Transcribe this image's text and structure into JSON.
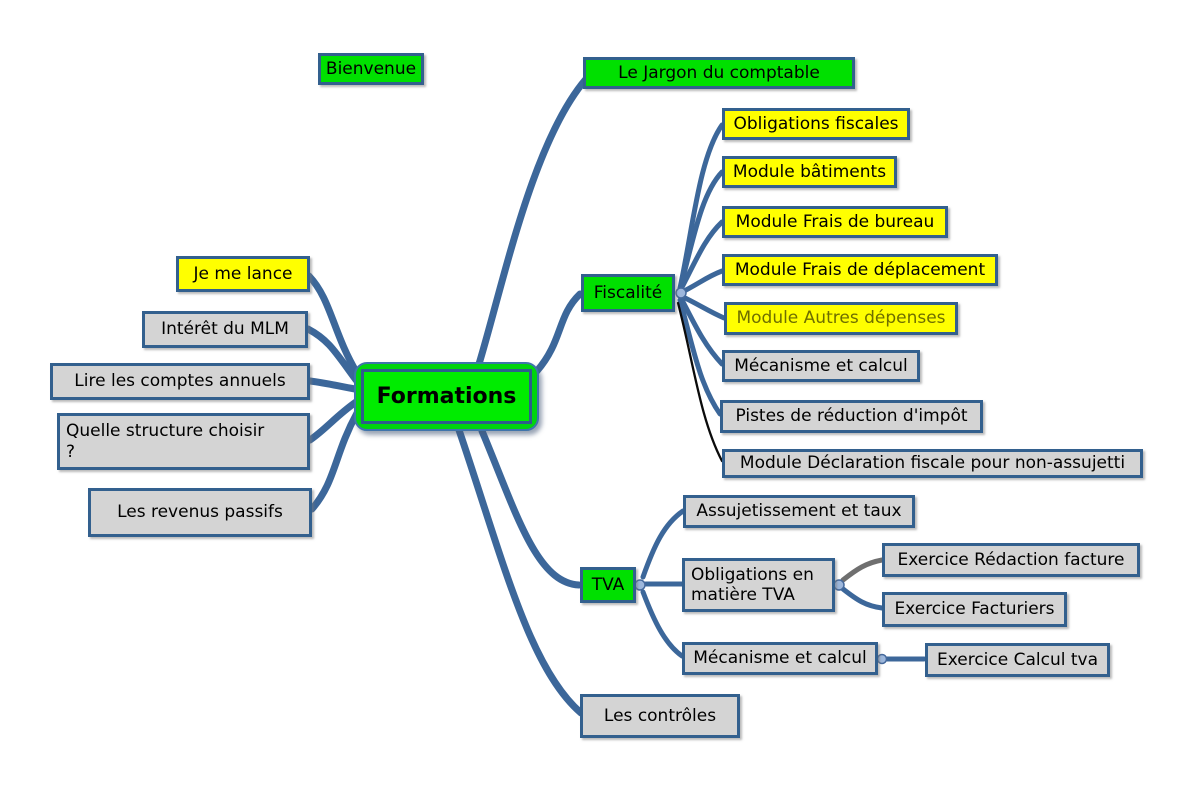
{
  "title": "Formations mind map",
  "palette": {
    "node_green": "#00e000",
    "node_yellow": "#ffff00",
    "node_gray": "#d4d4d4",
    "node_border_blue": "#33608e",
    "connector_blue": "#3c679a",
    "connector_gray": "#6f6f6f",
    "connector_black": "#0b0b0b",
    "olive_text": "#6e6e00",
    "root_fill": "#00ec00",
    "handle_fill": "#9db7dc"
  },
  "nodes": {
    "formations": {
      "label": "Formations",
      "color": "green",
      "shape": "rounded-double"
    },
    "bienvenue": {
      "label": "Bienvenue",
      "color": "green"
    },
    "jargon": {
      "label": "Le Jargon du comptable",
      "color": "green"
    },
    "je_me_lance": {
      "label": "Je me lance",
      "color": "yellow"
    },
    "interet_mlm": {
      "label": "Intérêt du MLM",
      "color": "gray"
    },
    "lire_comptes": {
      "label": "Lire les comptes annuels",
      "color": "gray"
    },
    "quelle_structure": {
      "label": "Quelle structure choisir\n?",
      "color": "gray"
    },
    "revenus_passifs": {
      "label": "Les revenus passifs",
      "color": "gray"
    },
    "fiscalite": {
      "label": "Fiscalité",
      "color": "green"
    },
    "obligations_fiscales": {
      "label": "Obligations fiscales",
      "color": "yellow"
    },
    "module_batiments": {
      "label": "Module bâtiments",
      "color": "yellow"
    },
    "module_frais_bureau": {
      "label": "Module Frais de bureau",
      "color": "yellow"
    },
    "module_frais_deplacement": {
      "label": "Module Frais de déplacement",
      "color": "yellow"
    },
    "module_autres_depenses": {
      "label": "Module Autres dépenses",
      "color": "yellow",
      "text_color": "olive"
    },
    "mecanisme_calcul_fiscalite": {
      "label": "Mécanisme et calcul",
      "color": "gray"
    },
    "pistes_reduction": {
      "label": "Pistes de réduction d'impôt",
      "color": "gray"
    },
    "module_declaration": {
      "label": "Module Déclaration fiscale pour non-assujetti",
      "color": "gray"
    },
    "tva": {
      "label": "TVA",
      "color": "green"
    },
    "assujetissement": {
      "label": "Assujetissement et taux",
      "color": "gray"
    },
    "obligations_tva": {
      "label": "Obligations en\nmatière TVA",
      "color": "gray"
    },
    "exercice_redaction": {
      "label": "Exercice Rédaction facture",
      "color": "gray"
    },
    "exercice_facturiers": {
      "label": "Exercice Facturiers",
      "color": "gray"
    },
    "mecanisme_calcul_tva": {
      "label": "Mécanisme et calcul",
      "color": "gray"
    },
    "exercice_calcul_tva": {
      "label": "Exercice Calcul tva",
      "color": "gray"
    },
    "les_controles": {
      "label": "Les contrôles",
      "color": "gray"
    }
  },
  "structure": {
    "root": "formations",
    "floating": [
      "bienvenue"
    ],
    "children_of_formations_right": [
      "jargon",
      "fiscalite",
      "tva",
      "les_controles"
    ],
    "children_of_formations_left": [
      "je_me_lance",
      "interet_mlm",
      "lire_comptes",
      "quelle_structure",
      "revenus_passifs"
    ],
    "children_of_fiscalite": [
      "obligations_fiscales",
      "module_batiments",
      "module_frais_bureau",
      "module_frais_deplacement",
      "module_autres_depenses",
      "mecanisme_calcul_fiscalite",
      "pistes_reduction",
      "module_declaration"
    ],
    "children_of_tva": [
      "assujetissement",
      "obligations_tva",
      "mecanisme_calcul_tva"
    ],
    "children_of_obligations_tva": [
      "exercice_redaction",
      "exercice_facturiers"
    ],
    "children_of_mecanisme_calcul_tva": [
      "exercice_calcul_tva"
    ]
  }
}
